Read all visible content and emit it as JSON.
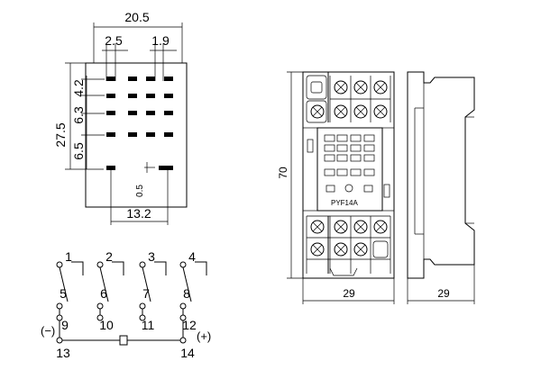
{
  "top_left_dims": {
    "width_total": "20.5",
    "left_pitch": "2.5",
    "right_pitch": "1.9",
    "height_total": "27.5",
    "row_pitch_a": "4.2",
    "row_pitch_b": "6.3",
    "row_pitch_c": "6.5",
    "small_offset": "0.5",
    "bottom_width": "13.2"
  },
  "front_view": {
    "height_dim": "70",
    "width_dim": "29",
    "model": "PYF14A"
  },
  "side_view": {
    "width_dim": "29"
  },
  "schematic": {
    "terminals_top": [
      "1",
      "2",
      "3",
      "4"
    ],
    "terminals_mid": [
      "5",
      "6",
      "7",
      "8"
    ],
    "terminals_low": [
      "9",
      "10",
      "11",
      "12"
    ],
    "coil_terminals": [
      "13",
      "14"
    ],
    "minus_label": "(−)",
    "plus_label": "(+)"
  }
}
